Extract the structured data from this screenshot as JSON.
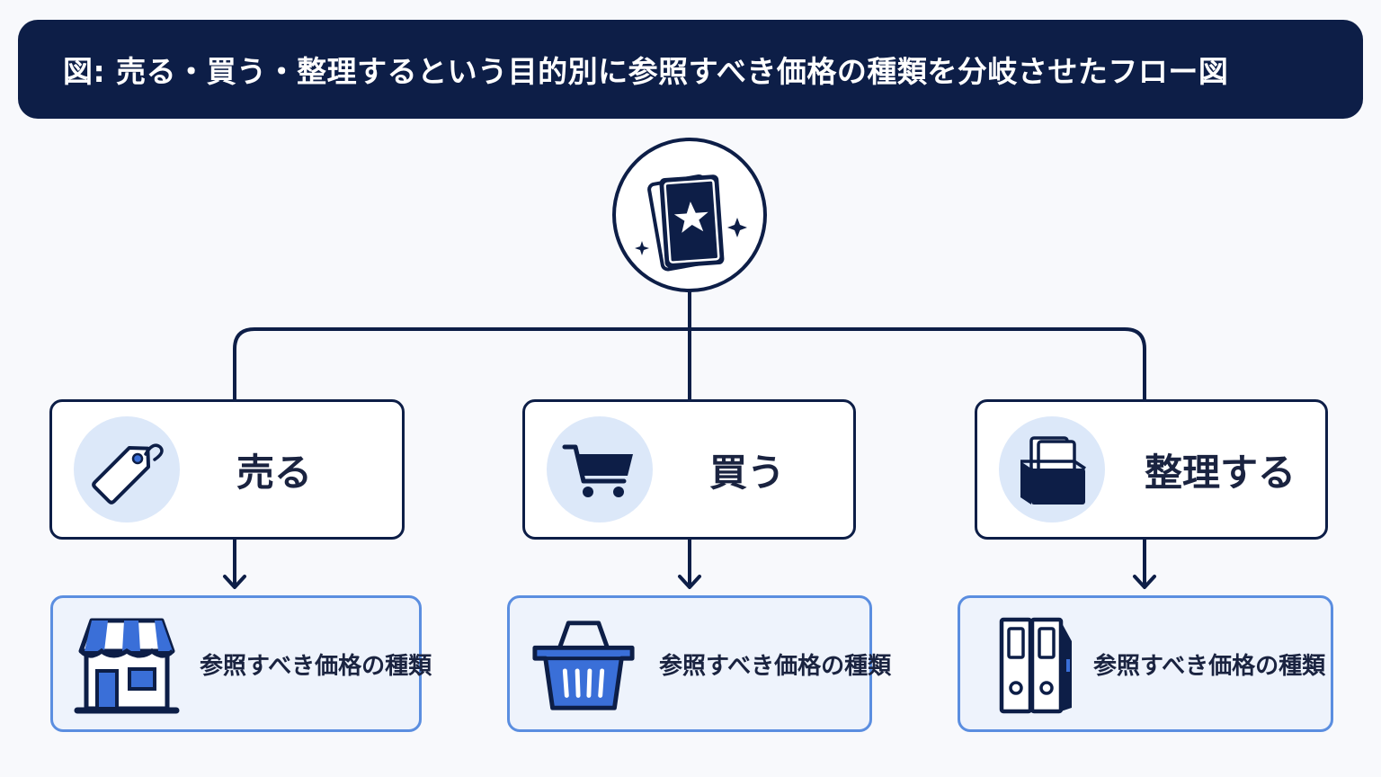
{
  "title": "図: 売る・買う・整理するという目的別に参照すべき価格の種類を分岐させたフロー図",
  "root": {
    "icon": "trading-cards-icon"
  },
  "branches": [
    {
      "label": "売る",
      "icon": "price-tag-icon",
      "result": {
        "label": "参照すべき価格の種類",
        "icon": "storefront-icon"
      }
    },
    {
      "label": "買う",
      "icon": "shopping-cart-icon",
      "result": {
        "label": "参照すべき価格の種類",
        "icon": "shopping-basket-icon"
      }
    },
    {
      "label": "整理する",
      "icon": "file-box-icon",
      "result": {
        "label": "参照すべき価格の種類",
        "icon": "binders-icon"
      }
    }
  ],
  "colors": {
    "navy": "#0d1e47",
    "accent_blue": "#3a6fd8",
    "light_blue": "#dce8f9",
    "ref_border": "#5b8ee0",
    "ref_background": "#eef3fc"
  }
}
